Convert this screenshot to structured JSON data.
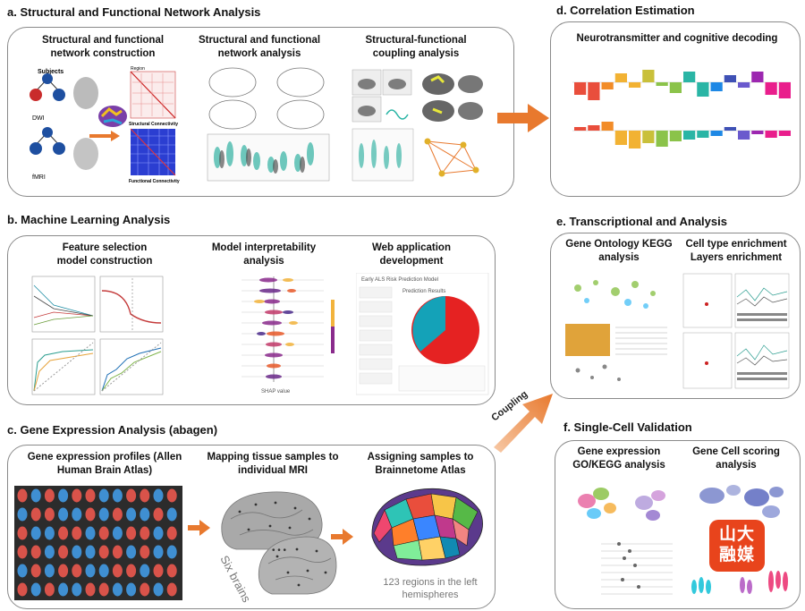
{
  "sections": {
    "a": {
      "title": "a. Structural and Functional Network Analysis",
      "sub1": "Structural and functional network construction",
      "sub2": "Structural and functional network analysis",
      "sub3": "Structural-functional coupling analysis",
      "labels": {
        "subjects": "Subjects",
        "dwi": "DWI",
        "fmri": "fMRI",
        "region": "Region",
        "sc": "Structural Connectivity",
        "fc": "Functional Connectivity"
      }
    },
    "b": {
      "title": "b. Machine Learning Analysis",
      "sub1": "Feature selection model construction",
      "sub2": "Model interpretability analysis",
      "sub3": "Web application development",
      "labels": {
        "shap": "SHAP value",
        "webapp_title": "Early ALS Risk Prediction Model",
        "webapp_results": "Prediction Results"
      }
    },
    "c": {
      "title": "c. Gene Expression Analysis (abagen)",
      "sub1": "Gene expression profiles (Allen Human Brain Atlas)",
      "sub2": "Mapping tissue samples to individual MRI",
      "sub3": "Assigning samples to Brainnetome Atlas",
      "six_brains": "Six brains",
      "regions_note": "123 regions in the left hemispheres"
    },
    "d": {
      "title": "d. Correlation Estimation",
      "sub1": "Neurotransmitter and cognitive decoding"
    },
    "e": {
      "title": "e. Transcriptional and Analysis",
      "sub1": "Gene Ontology KEGG analysis",
      "sub2": "Cell type enrichment Layers enrichment"
    },
    "f": {
      "title": "f. Single-Cell Validation",
      "sub1": "Gene expression GO/KEGG analysis",
      "sub2": "Gene Cell scoring analysis"
    }
  },
  "coupling_label": "Coupling",
  "watermark": "山大融媒",
  "colors": {
    "arrow": "#e8792e",
    "panel_border": "#8a8a8a",
    "dot_red": "#d9534a",
    "dot_blue": "#3f8fd2",
    "dot_bg": "#2c2c2c",
    "logo": "#e8441c"
  }
}
